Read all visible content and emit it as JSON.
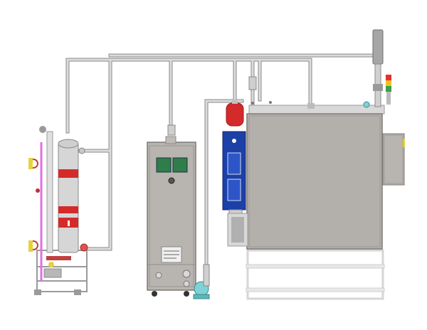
{
  "colors": {
    "background": "#ffffff",
    "pipe": "#c9c9c9",
    "pipe_edge": "#8a8a8a",
    "cabinet": "#b3afab",
    "cabinet_dark": "#8f8b88",
    "frame": "#e6e6e6",
    "red_band": "#d42a2a",
    "blue_panel": "#1c3fa8",
    "green_screen": "#2f7d4a",
    "teal_pump": "#7fd3d6",
    "magenta_line": "#e070e0",
    "yellow_fitting": "#e6d23a",
    "signal_red": "#e53030",
    "signal_yellow": "#f0c020",
    "signal_green": "#3aa04a"
  },
  "components": [
    "pipe-network",
    "separator-column",
    "control-cabinet",
    "circulation-pump",
    "expansion-tank",
    "valve-panel",
    "main-chamber",
    "vent-stack",
    "signal-tower"
  ]
}
